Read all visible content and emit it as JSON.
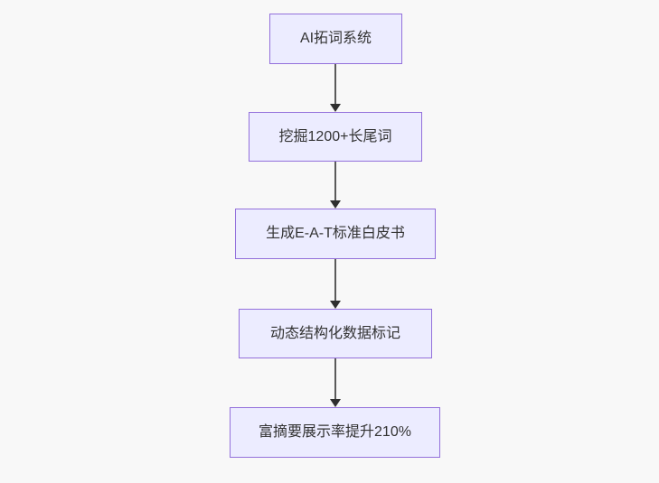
{
  "flowchart": {
    "type": "flowchart",
    "direction": "top-down",
    "nodes": [
      {
        "label": "AI拓词系统"
      },
      {
        "label": "挖掘1200+长尾词"
      },
      {
        "label": "生成E-A-T标准白皮书"
      },
      {
        "label": "动态结构化数据标记"
      },
      {
        "label": "富摘要展示率提升210%"
      }
    ],
    "edges": [
      {
        "from": 0,
        "to": 1,
        "arrow": "down"
      },
      {
        "from": 1,
        "to": 2,
        "arrow": "down"
      },
      {
        "from": 2,
        "to": 3,
        "arrow": "down"
      },
      {
        "from": 3,
        "to": 4,
        "arrow": "down"
      }
    ],
    "colors": {
      "background": "#f8f8f8",
      "node_fill": "#ECECFF",
      "node_border": "#9370DB",
      "node_text": "#333333",
      "arrow_line": "#5a5a5a",
      "arrow_head": "#2f2f2f"
    }
  }
}
